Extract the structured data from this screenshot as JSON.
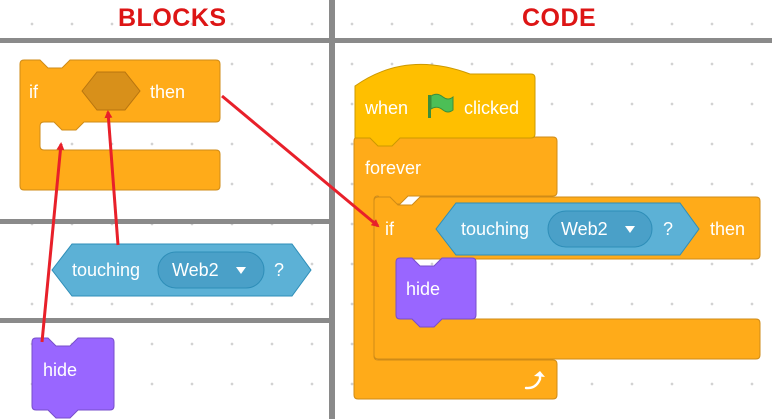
{
  "headings": {
    "blocks": "BLOCKS",
    "code": "CODE"
  },
  "palette_blocks": {
    "if_block": {
      "if_label": "if",
      "then_label": "then"
    },
    "sensing_block": {
      "touching_label": "touching",
      "sprite_value": "Web2",
      "question_label": "?"
    },
    "looks_block": {
      "hide_label": "hide"
    }
  },
  "script": {
    "hat_block": {
      "when_label": "when",
      "flag_icon": "green-flag-icon",
      "clicked_label": "clicked"
    },
    "forever_block": {
      "label": "forever",
      "loop_icon": "loop-arrow-icon"
    },
    "if_block": {
      "if_label": "if",
      "then_label": "then"
    },
    "sensing_block": {
      "touching_label": "touching",
      "sprite_value": "Web2",
      "question_label": "?"
    },
    "looks_block": {
      "hide_label": "hide"
    }
  },
  "colors": {
    "control": "#FFAB19",
    "control_stroke": "#CF8B17",
    "events": "#FFBF00",
    "sensing": "#5CB1D6",
    "sensing_stroke": "#2E8EB8",
    "looks": "#9966FF",
    "looks_stroke": "#774DCB",
    "heading": "#DD1515",
    "arrow": "#E8202A"
  }
}
